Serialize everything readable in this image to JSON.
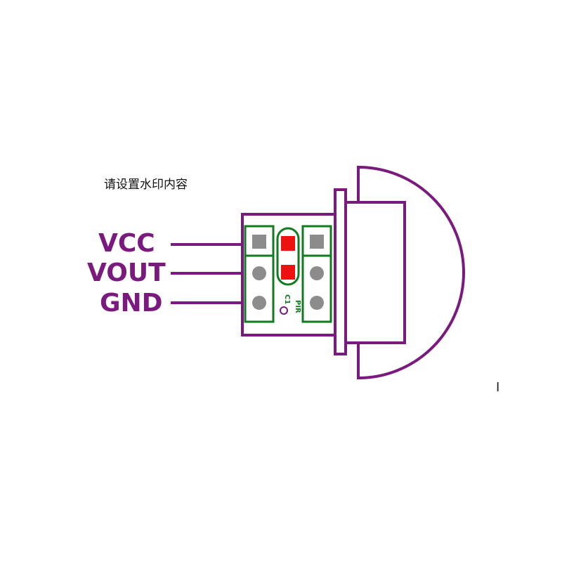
{
  "watermark": {
    "text": "请设置水印内容"
  },
  "pins": [
    {
      "label": "VCC"
    },
    {
      "label": "VOUT"
    },
    {
      "label": "GND"
    }
  ],
  "pcb_labels": {
    "capacitor": "C1",
    "sensor": "PIR"
  },
  "stray_mark": "I",
  "colors": {
    "outline": "#7a1a7e",
    "pcb_trace": "#127a1f",
    "pad_gray": "#8c8c8c",
    "pad_red": "#ee1111",
    "background": "#ffffff"
  }
}
